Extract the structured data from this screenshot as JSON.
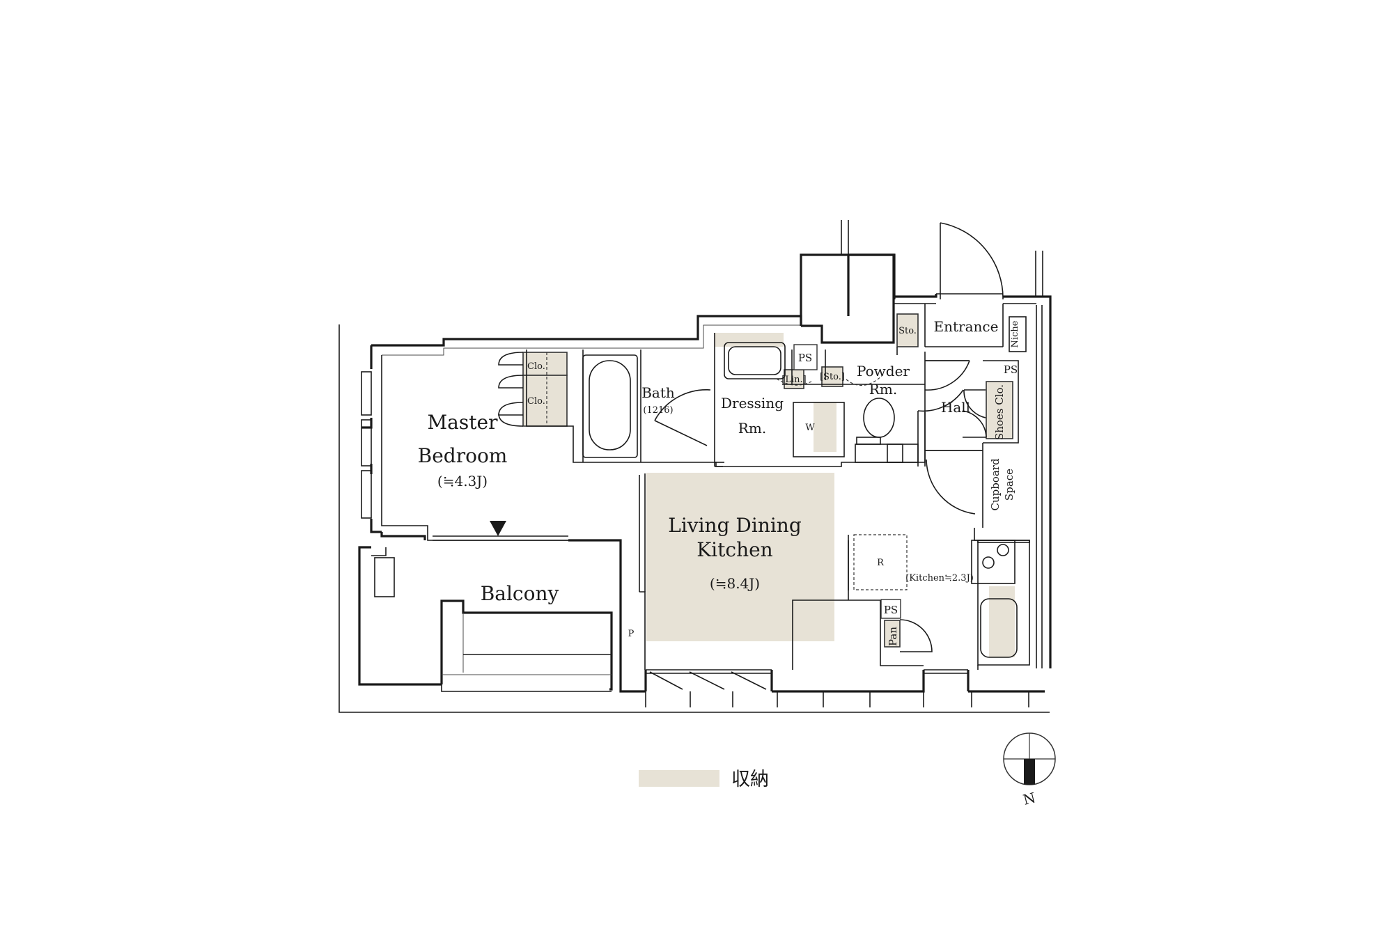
{
  "colors": {
    "storage": "#e7e2d6",
    "wall": "#1a1a1a",
    "background": "#ffffff"
  },
  "rooms": {
    "master_bedroom": {
      "line1": "Master",
      "line2": "Bedroom",
      "size": "(≒4.3J)"
    },
    "bath": {
      "name": "Bath",
      "size": "(1216)"
    },
    "dressing": {
      "line1": "Dressing",
      "line2": "Rm."
    },
    "powder": {
      "line1": "Powder",
      "line2": "Rm."
    },
    "entrance": "Entrance",
    "hall": "Hall",
    "ldk": {
      "line1": "Living Dining",
      "line2": "Kitchen",
      "size": "(≒8.4J)"
    },
    "kitchen_size": "(Kitchen≒2.3J)",
    "balcony": "Balcony"
  },
  "fixtures": {
    "closet_1": "Clo.",
    "closet_2": "Clo.",
    "linen": "[Lin.]",
    "storage_powder": "[Sto.]",
    "storage_entrance": "Sto.",
    "niche": "Niche",
    "shoes_closet": "Shoes Clo.",
    "cupboard_line1": "Cupboard",
    "cupboard_line2": "Space",
    "ps_dressing": "PS",
    "ps_hall": "PS",
    "ps_kitchen": "PS",
    "pantry": "Pan",
    "washer": "W",
    "refrigerator": "R",
    "pipe": "P"
  },
  "legend": {
    "label": "収納"
  },
  "compass": {
    "label": "N",
    "icon": "north-arrow-icon"
  }
}
